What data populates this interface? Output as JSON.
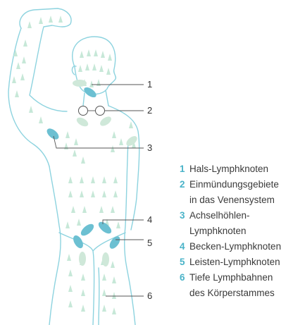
{
  "colors": {
    "outline": "#8dd3df",
    "node": "#6cc0d2",
    "node_light": "#cfe8d9",
    "arrow": "#c7e8d8",
    "callout_line": "#555555",
    "number": "#4ab3c8"
  },
  "callouts": [
    "1",
    "2",
    "3",
    "4",
    "5",
    "6"
  ],
  "legend": [
    {
      "num": "1",
      "text": "Hals-Lymphknoten"
    },
    {
      "num": "2",
      "text": "Einmündungsgebiete\nin das Venensystem"
    },
    {
      "num": "3",
      "text": "Achselhöhlen-\nLymphknoten"
    },
    {
      "num": "4",
      "text": "Becken-Lymphknoten"
    },
    {
      "num": "5",
      "text": "Leisten-Lymphknoten"
    },
    {
      "num": "6",
      "text": "Tiefe Lymphbahnen\ndes Körperstammes"
    }
  ]
}
